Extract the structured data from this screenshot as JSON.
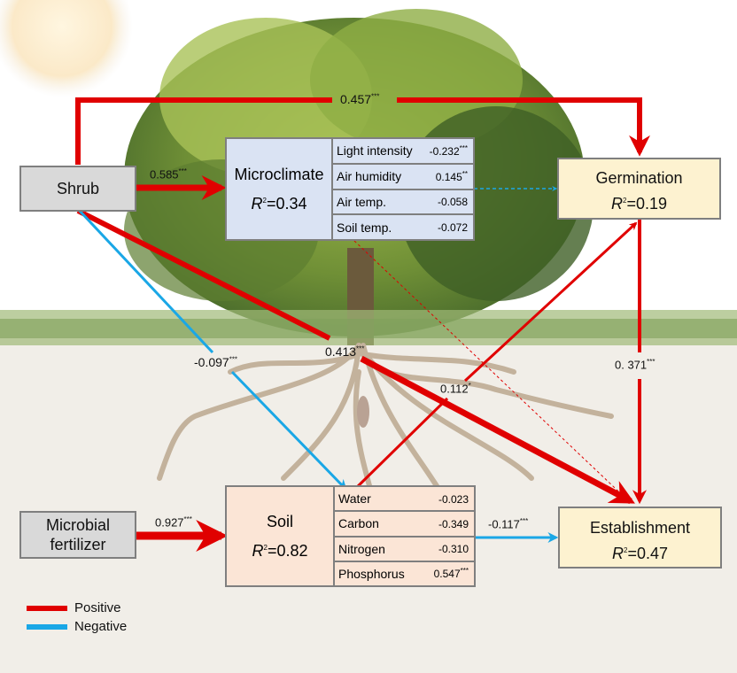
{
  "colors": {
    "positive": "#e00000",
    "negative": "#1aa7e6",
    "node_gray": "#d9d9d9",
    "microclimate_bg": "#dae3f3",
    "soil_bg": "#fbe5d6",
    "outcome_bg": "#fdf2d0"
  },
  "nodes": {
    "shrub": {
      "label": "Shrub"
    },
    "microbial": {
      "line1": "Microbial",
      "line2": "fertilizer"
    },
    "microclimate": {
      "label": "Microclimate",
      "r2_label": "R",
      "r2_value": "=0.34",
      "rows": [
        {
          "name": "Light intensity",
          "value": "-0.232",
          "sig": "***"
        },
        {
          "name": "Air humidity",
          "value": "0.145",
          "sig": "**"
        },
        {
          "name": "Air temp.",
          "value": "-0.058",
          "sig": ""
        },
        {
          "name": "Soil temp.",
          "value": "-0.072",
          "sig": ""
        }
      ]
    },
    "soil": {
      "label": "Soil",
      "r2_label": "R",
      "r2_value": "=0.82",
      "rows": [
        {
          "name": "Water",
          "value": "-0.023",
          "sig": ""
        },
        {
          "name": "Carbon",
          "value": "-0.349",
          "sig": ""
        },
        {
          "name": "Nitrogen",
          "value": "-0.310",
          "sig": ""
        },
        {
          "name": "Phosphorus",
          "value": "0.547",
          "sig": "***"
        }
      ]
    },
    "germination": {
      "label": "Germination",
      "r2_label": "R",
      "r2_value": "=0.19"
    },
    "establishment": {
      "label": "Establishment",
      "r2_label": "R",
      "r2_value": "=0.47"
    }
  },
  "paths": [
    {
      "id": "shrub-germination",
      "value": "0.457",
      "sig": "***",
      "sign": "positive"
    },
    {
      "id": "shrub-microclimate",
      "value": "0.585",
      "sig": "***",
      "sign": "positive"
    },
    {
      "id": "shrub-establishment",
      "value": "0.413",
      "sig": "***",
      "sign": "positive"
    },
    {
      "id": "shrub-soil",
      "value": "-0.097",
      "sig": "***",
      "sign": "negative"
    },
    {
      "id": "soil-germination",
      "value": "0.112",
      "sig": "*",
      "sign": "positive"
    },
    {
      "id": "germination-establishment",
      "value": "0. 371",
      "sig": "***",
      "sign": "positive"
    },
    {
      "id": "microbial-soil",
      "value": "0.927",
      "sig": "***",
      "sign": "positive"
    },
    {
      "id": "soil-establishment",
      "value": "-0.117",
      "sig": "***",
      "sign": "negative"
    },
    {
      "id": "microclimate-germination",
      "value": "",
      "sig": "",
      "sign": "negative-nonsignificant"
    },
    {
      "id": "microclimate-establishment",
      "value": "",
      "sig": "",
      "sign": "positive-nonsignificant"
    }
  ],
  "legend": [
    {
      "label": "Positive",
      "sign": "positive"
    },
    {
      "label": "Negative",
      "sign": "negative"
    }
  ]
}
